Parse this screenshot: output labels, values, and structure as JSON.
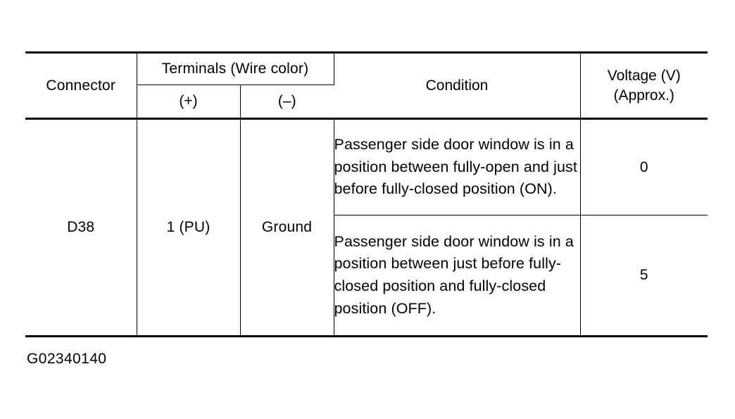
{
  "document": {
    "type": "service-manual-terminal-voltage-table",
    "caption": "G02340140"
  },
  "table": {
    "headers": {
      "connector": "Connector",
      "terminals_group": "Terminals (Wire color)",
      "terminal_positive": "(+)",
      "terminal_negative": "(–)",
      "condition": "Condition",
      "voltage_line1": "Voltage (V)",
      "voltage_line2": "(Approx.)"
    },
    "rows": [
      {
        "connector": "D38",
        "terminal_positive": "1 (PU)",
        "terminal_negative": "Ground",
        "condition": "Passenger side door window is in a position between fully-open and just before fully-closed position (ON).",
        "voltage": "0"
      },
      {
        "connector": "D38",
        "terminal_positive": "1 (PU)",
        "terminal_negative": "Ground",
        "condition": "Passenger side door window is in a position between just before fully-closed position and fully-closed position (OFF).",
        "voltage": "5"
      }
    ]
  },
  "colors": {
    "background": "#ffffff",
    "text": "#000000",
    "rule": "#000000"
  }
}
